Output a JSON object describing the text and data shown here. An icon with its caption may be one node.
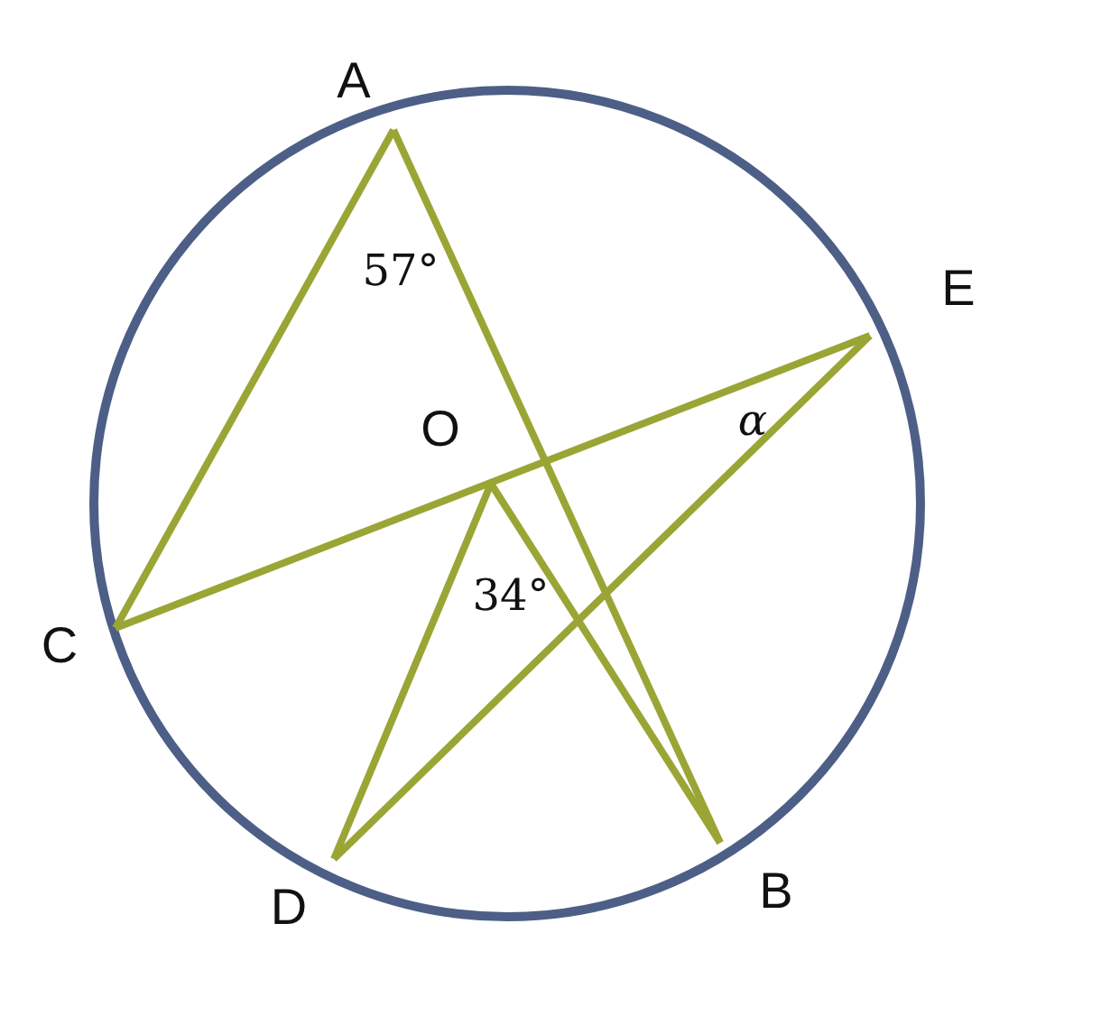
{
  "diagram": {
    "nodes": [
      {
        "text": [
          "A"
        ]
      },
      {
        "text": [
          "E"
        ]
      },
      {
        "text": [
          "O"
        ]
      },
      {
        "text": [
          "C"
        ]
      },
      {
        "text": [
          "D"
        ]
      },
      {
        "text": [
          "B"
        ]
      }
    ],
    "edges": [
      {
        "from": 0,
        "to": 3,
        "arrow": "none"
      },
      {
        "from": 0,
        "to": 5,
        "arrow": "none"
      },
      {
        "from": 3,
        "to": 1,
        "arrow": "none"
      },
      {
        "from": 1,
        "to": 4,
        "arrow": "none"
      },
      {
        "from": 2,
        "to": 4,
        "arrow": "none"
      },
      {
        "from": 2,
        "to": 5,
        "arrow": "none"
      }
    ],
    "labels": [
      "57°",
      "α",
      "34°"
    ]
  }
}
